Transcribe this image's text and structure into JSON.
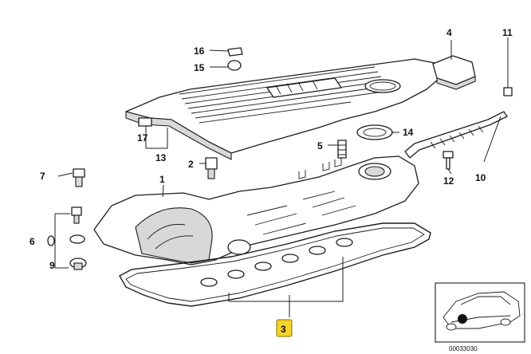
{
  "diagram": {
    "callouts": {
      "c1": "1",
      "c2": "2",
      "c3": "3",
      "c4": "4",
      "c5": "5",
      "c6": "6",
      "c7": "7",
      "c9": "9",
      "c10": "10",
      "c11": "11",
      "c12": "12",
      "c13": "13",
      "c14": "14",
      "c15": "15",
      "c16": "16",
      "c17": "17"
    },
    "highlighted_callout": "3",
    "highlight_color": "#f5d328",
    "drawing_code": "00033030"
  }
}
